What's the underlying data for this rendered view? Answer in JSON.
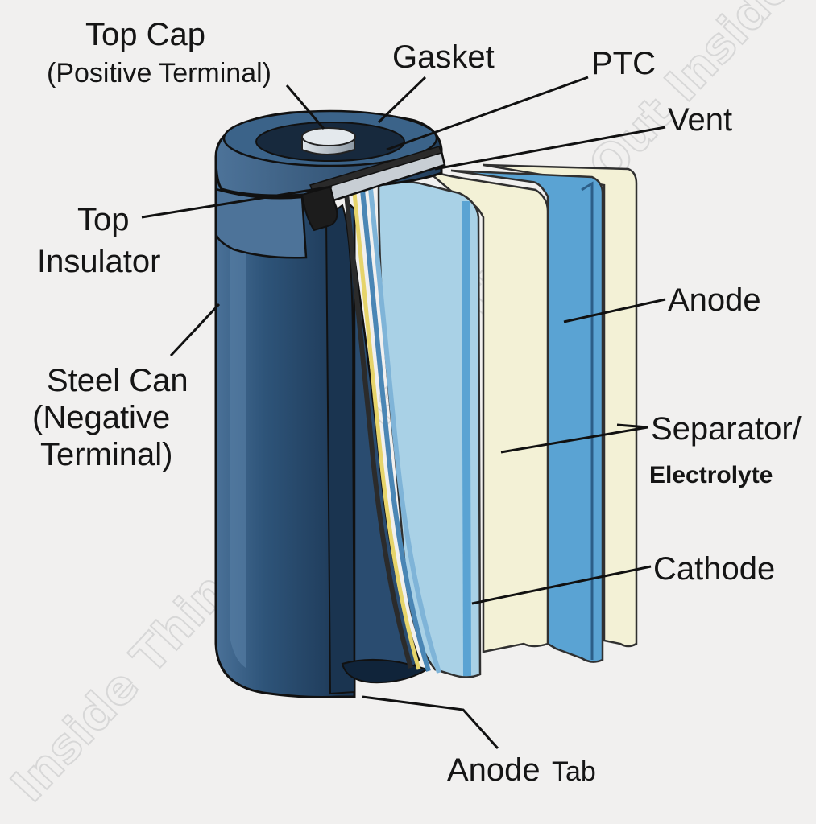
{
  "diagram": {
    "watermark": "Inside Things Out Inside Things Out Inside Things Out Ins",
    "labels": {
      "top_cap": "Top Cap",
      "positive_terminal": "(Positive Terminal)",
      "gasket": "Gasket",
      "ptc": "PTC",
      "vent": "Vent",
      "top": "Top",
      "insulator": "Insulator",
      "steel_can": "Steel Can",
      "negative_terminal_1": "(Negative",
      "negative_terminal_2": "Terminal)",
      "anode": "Anode",
      "separator": "Separator/",
      "electrolyte": "Electrolyte",
      "cathode": "Cathode",
      "anode_tab_1": "Anode",
      "anode_tab_2": "Tab"
    },
    "colors": {
      "background": "#f1f0ef",
      "can_dark": "#1f3e5e",
      "can_mid": "#3a6289",
      "can_light": "#5b84aa",
      "anode_blue": "#5aa3d3",
      "light_blue": "#a9d1e6",
      "separator_cream": "#f3f1d6",
      "cap_silver": "#b8c2cb",
      "yellow_layer": "#e6d46a"
    }
  }
}
